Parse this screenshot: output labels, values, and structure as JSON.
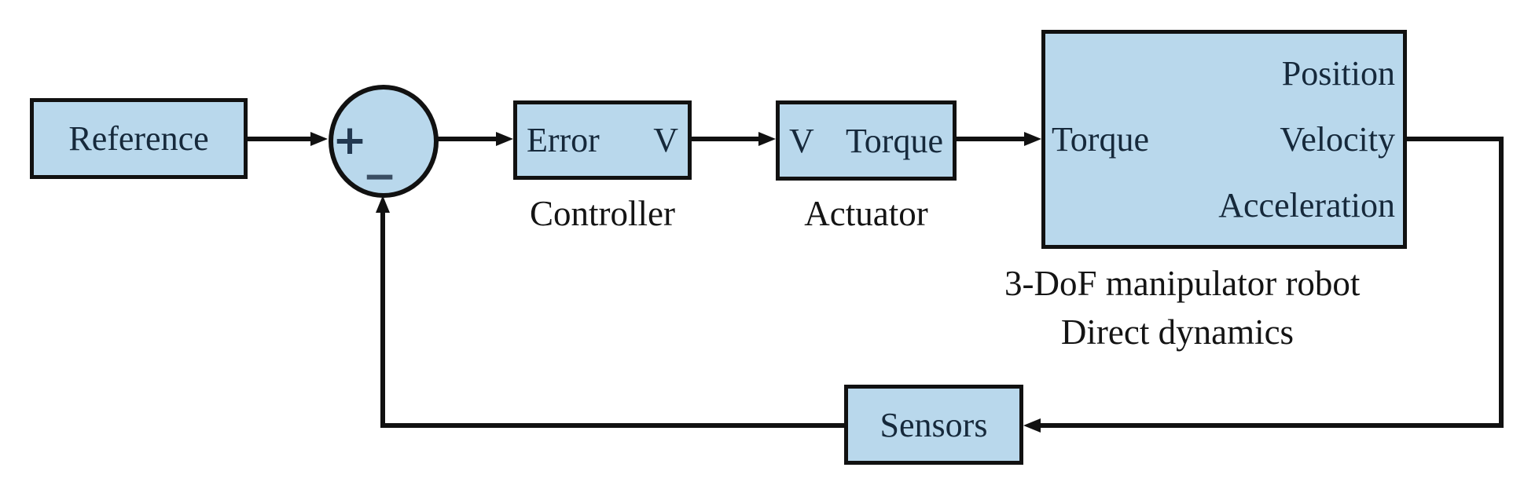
{
  "diagram": {
    "colors": {
      "background": "#ffffff",
      "block_fill": "#b9d8ec",
      "outline": "#111111",
      "box_text": "#16293b",
      "label_text": "#141414",
      "plus_sign_color": "#223850",
      "minus_sign_color": "#3a4e63"
    },
    "reference": {
      "label": "Reference"
    },
    "summing_junction": {
      "plus_sign": "+",
      "minus_sign": "−"
    },
    "controller": {
      "input_port": "Error",
      "output_port": "V",
      "label": "Controller"
    },
    "actuator": {
      "input_port": "V",
      "output_port": "Torque",
      "label": "Actuator"
    },
    "robot": {
      "input_port": "Torque",
      "output_ports": [
        "Position",
        "Velocity",
        "Acceleration"
      ],
      "caption_line1": "3-DoF manipulator robot",
      "caption_line2": "Direct dynamics"
    },
    "sensors": {
      "label": "Sensors"
    }
  }
}
